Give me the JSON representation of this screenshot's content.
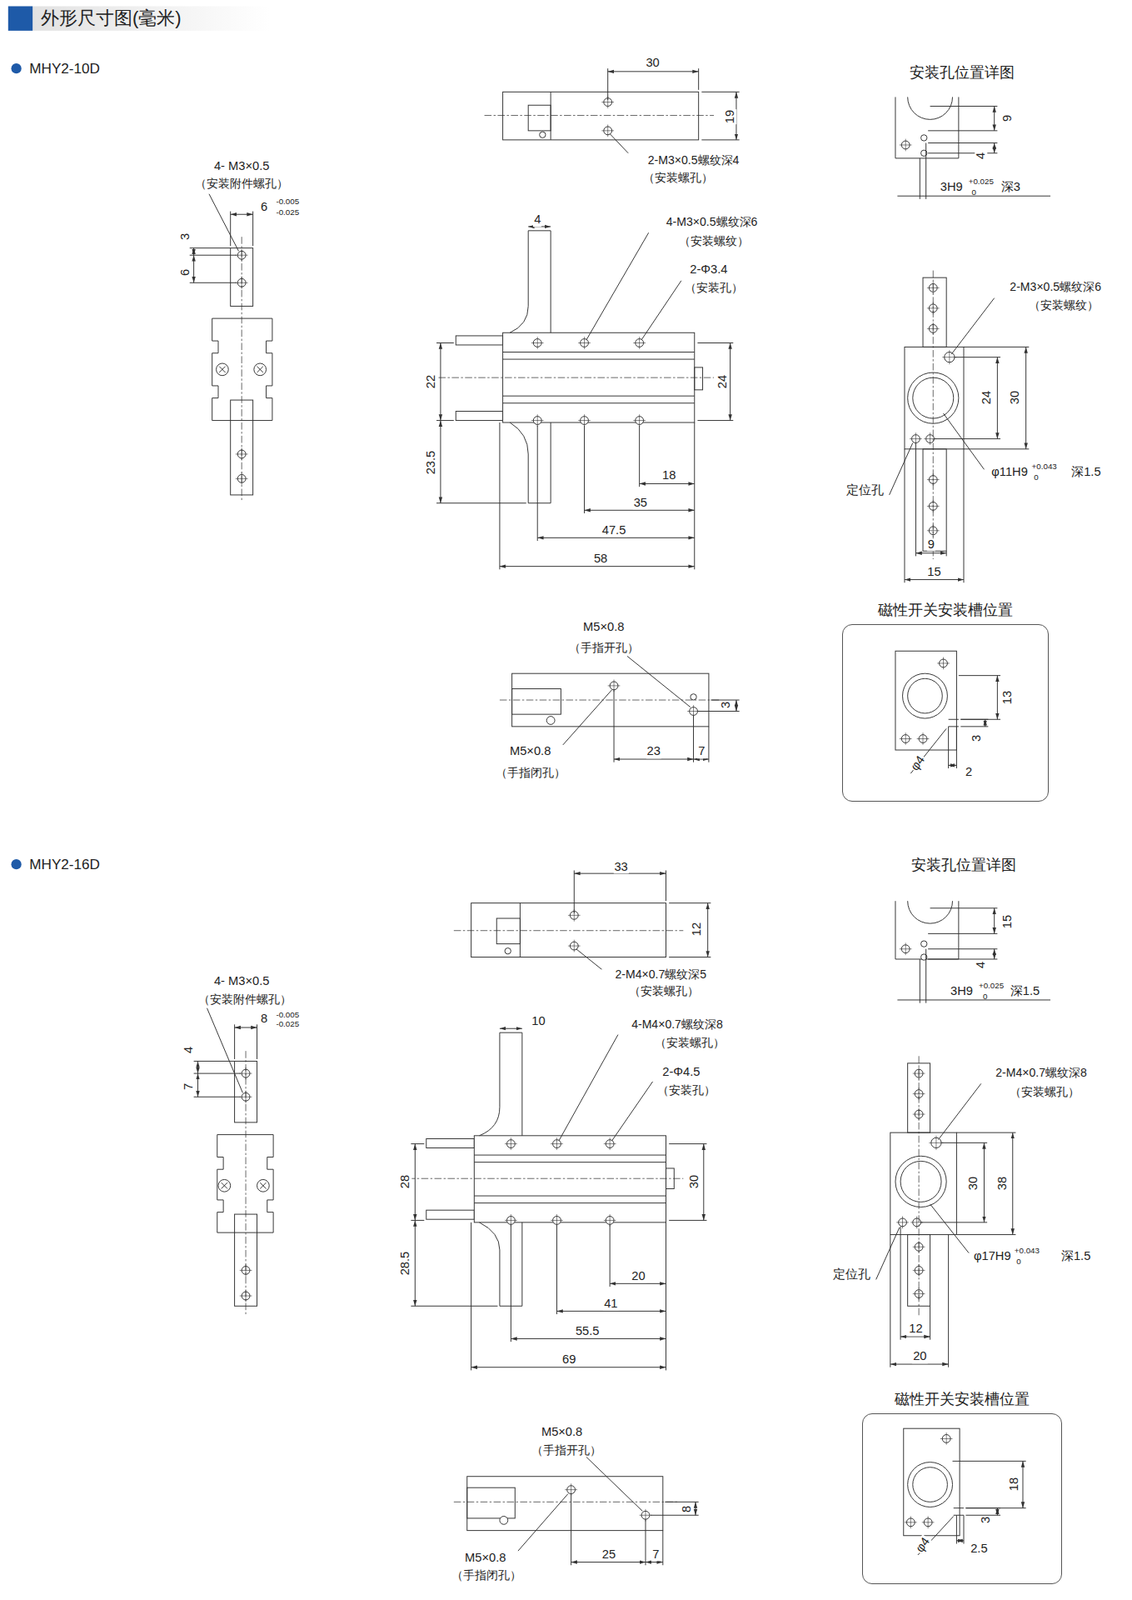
{
  "diagram": {
    "title": "外形尺寸图(毫米)",
    "nodes": [
      {
        "text": [
          "磁性开关安装槽位置"
        ]
      },
      {
        "text": [
          "磁性开关安装槽位置"
        ]
      }
    ],
    "labels": [
      "MHY2-10D",
      "30",
      "19",
      "2-M3×0.5螺纹深4",
      "（安装螺孔）",
      "4- M3×0.5",
      "（安装附件螺孔）",
      "6",
      "-0.005",
      "-0.025",
      "3",
      "6",
      "4",
      "4-M3×0.5螺纹深6",
      "（安装螺纹）",
      "2-Φ3.4",
      "（安装孔）",
      "22",
      "24",
      "23.5",
      "18",
      "35",
      "47.5",
      "58",
      "安装孔位置详图",
      "9",
      "4",
      "3H9",
      "+0.025",
      "0",
      "深3",
      "2-M3×0.5螺纹深6",
      "（安装螺纹）",
      "24",
      "30",
      "φ11H9",
      "+0.043",
      "0",
      "深1.5",
      "定位孔",
      "9",
      "15",
      "13",
      "3",
      "2",
      "φ4",
      "M5×0.8",
      "（手指开孔）",
      "3",
      "M5×0.8",
      "（手指闭孔）",
      "23",
      "7",
      "MHY2-16D",
      "33",
      "12",
      "2-M4×0.7螺纹深5",
      "（安装螺孔）",
      "4- M3×0.5",
      "（安装附件螺孔）",
      "8",
      "-0.005",
      "-0.025",
      "4",
      "7",
      "10",
      "4-M4×0.7螺纹深8",
      "（安装螺孔）",
      "2-Φ4.5",
      "（安装孔）",
      "28",
      "30",
      "28.5",
      "20",
      "41",
      "55.5",
      "69",
      "安装孔位置详图",
      "15",
      "4",
      "3H9",
      "+0.025",
      "0",
      "深1.5",
      "2-M4×0.7螺纹深8",
      "（安装螺孔）",
      "30",
      "38",
      "φ17H9",
      "+0.043",
      "0",
      "深1.5",
      "定位孔",
      "12",
      "20",
      "18",
      "3",
      "φ4",
      "2.5",
      "M5×0.8",
      "（手指开孔）",
      "8",
      "M5×0.8",
      "（手指闭孔）",
      "25",
      "7"
    ]
  }
}
